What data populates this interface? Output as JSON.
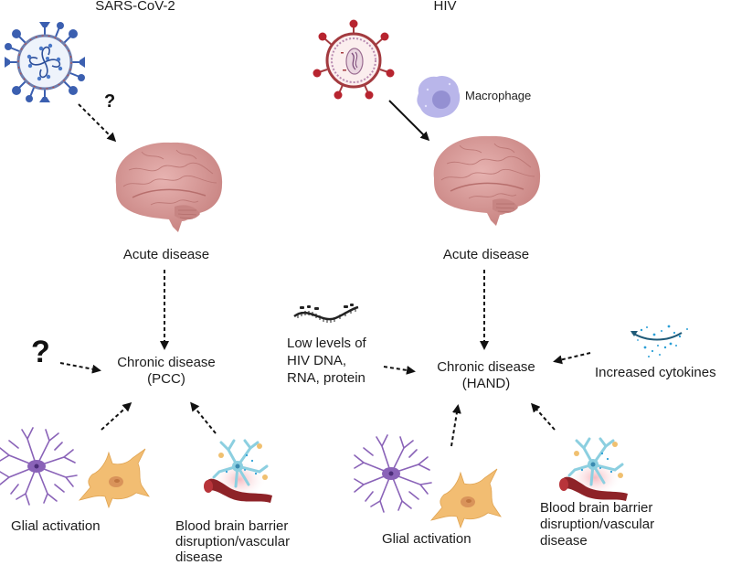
{
  "panels": {
    "sars": {
      "title": "SARS-CoV-2",
      "question_mark_top": "?",
      "acute_label": "Acute disease",
      "chronic_label_line1": "Chronic disease",
      "chronic_label_line2": "(PCC)",
      "unknown_factor": "?",
      "glial_label": "Glial activation",
      "bbb_label_line1": "Blood brain barrier",
      "bbb_label_line2": "disruption/vascular",
      "bbb_label_line3": "disease"
    },
    "hiv": {
      "title": "HIV",
      "macrophage_label": "Macrophage",
      "acute_label": "Acute disease",
      "chronic_label_line1": "Chronic disease",
      "chronic_label_line2": "(HAND)",
      "low_levels_line1": "Low levels of",
      "low_levels_line2": "HIV DNA,",
      "low_levels_line3": "RNA, protein",
      "cytokines_label": "Increased cytokines",
      "glial_label": "Glial activation",
      "bbb_label_line1": "Blood brain barrier",
      "bbb_label_line2": "disruption/vascular",
      "bbb_label_line3": "disease"
    }
  },
  "colors": {
    "sars_spike": "#3b5fb0",
    "sars_membrane": "#8fa0c8",
    "hiv_capsule": "#a33a3f",
    "hiv_fill": "#fbeeee",
    "brain": "#d79a9a",
    "macrophage": "#b7b4e6",
    "microglia": "#8a63b8",
    "astrocyte": "#f2bd72",
    "vessel": "#8e2328",
    "bbb_cell": "#8ccfe0",
    "cytokine": "#2b9fd6"
  }
}
